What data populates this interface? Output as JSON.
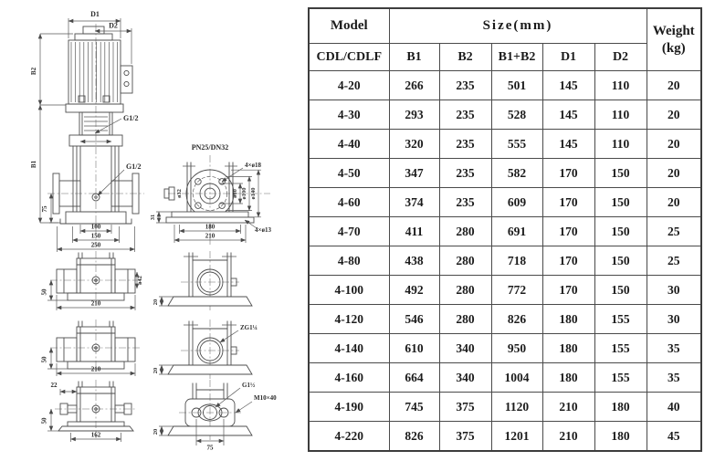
{
  "drawing": {
    "main": {
      "d1": "D1",
      "d2": "D2",
      "b2": "B2",
      "b1": "B1",
      "g12_top": "G1/2",
      "g12_mid": "G1/2",
      "dim75": "75",
      "dim100": "100",
      "dim150": "150",
      "dim250": "250"
    },
    "view2": {
      "dim50": "50",
      "dia42": "ø42",
      "dim210": "210"
    },
    "view3": {
      "dim50": "50",
      "dim210": "210"
    },
    "view4": {
      "dim22": "22",
      "dim50": "50",
      "dim162": "162"
    },
    "flange": {
      "pn": "PN25/DN32",
      "holes18": "4×ø18",
      "dia32": "ø32",
      "dia60": "ø60",
      "dia100": "ø100",
      "dia140": "ø140",
      "dim31": "31",
      "dim180": "180",
      "dim210": "210",
      "holes13": "4×ø13"
    },
    "viewB": {
      "dim20": "20"
    },
    "viewC": {
      "zg": "ZG1¼",
      "dim20": "20"
    },
    "viewD": {
      "g": "G1½",
      "bolt": "M10×40",
      "dim20": "20",
      "dim75": "75"
    }
  },
  "table": {
    "col1_header": "Model",
    "size_header": "Size(mm)",
    "weight_header": "Weight",
    "weight_unit": "(kg)",
    "model_subheader": "CDL/CDLF",
    "size_columns": [
      "B1",
      "B2",
      "B1+B2",
      "D1",
      "D2"
    ],
    "rows": [
      [
        "4-20",
        "266",
        "235",
        "501",
        "145",
        "110",
        "20"
      ],
      [
        "4-30",
        "293",
        "235",
        "528",
        "145",
        "110",
        "20"
      ],
      [
        "4-40",
        "320",
        "235",
        "555",
        "145",
        "110",
        "20"
      ],
      [
        "4-50",
        "347",
        "235",
        "582",
        "170",
        "150",
        "20"
      ],
      [
        "4-60",
        "374",
        "235",
        "609",
        "170",
        "150",
        "20"
      ],
      [
        "4-70",
        "411",
        "280",
        "691",
        "170",
        "150",
        "25"
      ],
      [
        "4-80",
        "438",
        "280",
        "718",
        "170",
        "150",
        "25"
      ],
      [
        "4-100",
        "492",
        "280",
        "772",
        "170",
        "150",
        "30"
      ],
      [
        "4-120",
        "546",
        "280",
        "826",
        "180",
        "155",
        "30"
      ],
      [
        "4-140",
        "610",
        "340",
        "950",
        "180",
        "155",
        "35"
      ],
      [
        "4-160",
        "664",
        "340",
        "1004",
        "180",
        "155",
        "35"
      ],
      [
        "4-190",
        "745",
        "375",
        "1120",
        "210",
        "180",
        "40"
      ],
      [
        "4-220",
        "826",
        "375",
        "1201",
        "210",
        "180",
        "45"
      ]
    ]
  }
}
